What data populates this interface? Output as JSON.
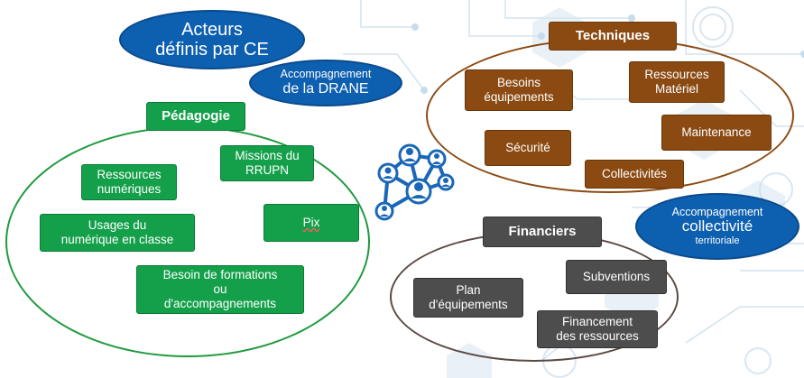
{
  "colors": {
    "blue": "#0d5fb0",
    "green": "#14a04a",
    "brown": "#8b4a12",
    "gray": "#4d4d4d"
  },
  "top": {
    "acteurs_line1": "Acteurs",
    "acteurs_line2": "définis par CE",
    "drane_line1": "Accompagnement",
    "drane_line2": "de la DRANE"
  },
  "pedagogie": {
    "title": "Pédagogie",
    "items": [
      "Missions du\nRRUPN",
      "Ressources\nnumériques",
      "Usages du\nnumérique en classe",
      "Pix",
      "Besoin de formations\nou\nd'accompagnements"
    ]
  },
  "techniques": {
    "title": "Techniques",
    "items": [
      "Besoins\néquipements",
      "Ressources\nMatériel",
      "Maintenance",
      "Sécurité",
      "Collectivités"
    ]
  },
  "collectivite": {
    "line1": "Accompagnement",
    "line2": "collectivité",
    "line3": "territoriale"
  },
  "financiers": {
    "title": "Financiers",
    "items": [
      "Subventions",
      "Plan\nd'équipements",
      "Financement\ndes ressources"
    ]
  },
  "icons": [
    "network-people-icon"
  ]
}
